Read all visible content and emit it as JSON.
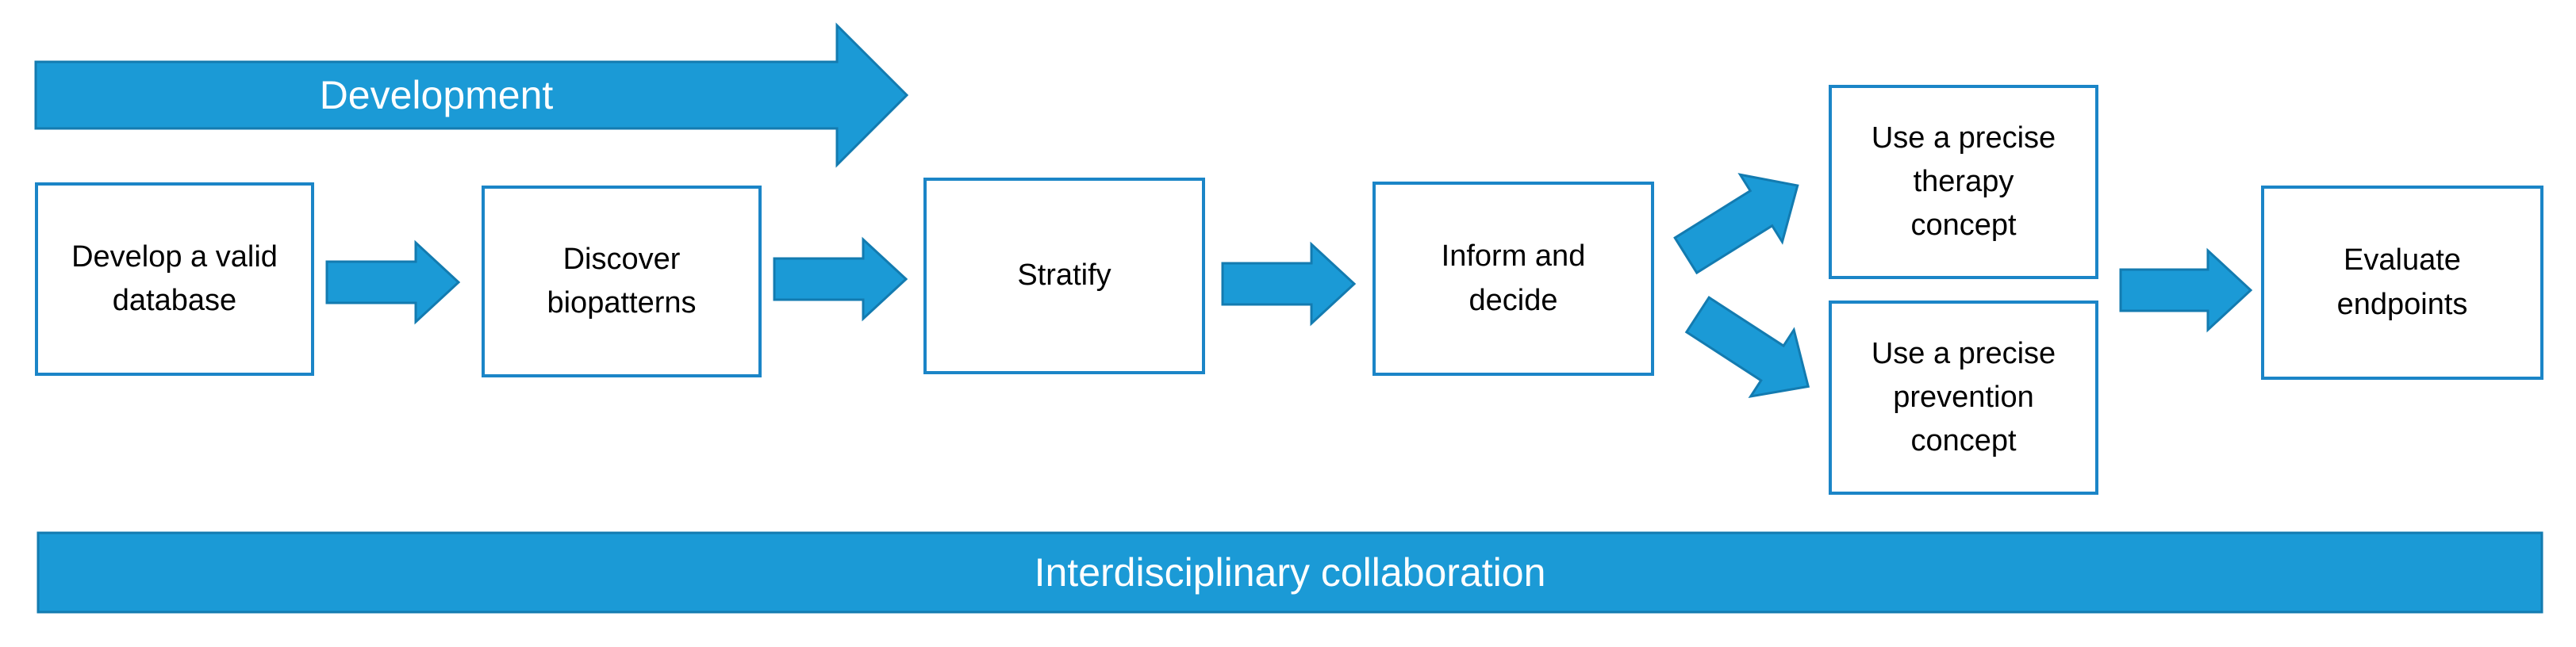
{
  "colors": {
    "accent_fill": "#1b9ad6",
    "accent_stroke": "#137bb0",
    "box_border": "#1b85c7",
    "text": "#000000",
    "banner_text": "#ffffff"
  },
  "development_arrow": {
    "label": "Development"
  },
  "steps": [
    {
      "id": "develop-database",
      "label": "Develop a valid\ndatabase"
    },
    {
      "id": "discover-biopatterns",
      "label": "Discover\nbiopatterns"
    },
    {
      "id": "stratify",
      "label": "Stratify"
    },
    {
      "id": "inform-decide",
      "label": "Inform and\ndecide"
    },
    {
      "id": "therapy-concept",
      "label": "Use a precise\ntherapy\nconcept"
    },
    {
      "id": "prevention-concept",
      "label": "Use a precise\nprevention\nconcept"
    },
    {
      "id": "evaluate-endpoints",
      "label": "Evaluate\nendpoints"
    }
  ],
  "connectors": [
    {
      "from": "develop-database",
      "to": "discover-biopatterns"
    },
    {
      "from": "discover-biopatterns",
      "to": "stratify"
    },
    {
      "from": "stratify",
      "to": "inform-decide"
    },
    {
      "from": "inform-decide",
      "to": "therapy-concept"
    },
    {
      "from": "inform-decide",
      "to": "prevention-concept"
    },
    {
      "from": "therapy-concept",
      "to": "evaluate-endpoints"
    }
  ],
  "collaboration_bar": {
    "label": "Interdisciplinary collaboration"
  }
}
